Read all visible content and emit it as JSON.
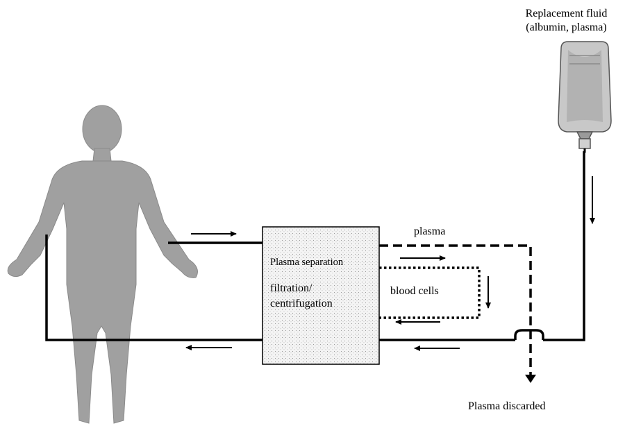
{
  "labels": {
    "replacement_fluid_line1": "Replacement fluid",
    "replacement_fluid_line2": "(albumin, plasma)",
    "plasma": "plasma",
    "plasma_separation": "Plasma separation",
    "filtration_line1": "filtration/",
    "filtration_line2": "centrifugation",
    "blood_cells": "blood cells",
    "plasma_discarded": "Plasma discarded"
  },
  "icons": {
    "patient": "human-figure-icon",
    "iv_bag": "iv-bag-icon"
  },
  "colors": {
    "figure": "#a0a0a0",
    "line": "#000000",
    "filter_fill": "#ececec",
    "bag_fill": "#c8c8c8"
  }
}
